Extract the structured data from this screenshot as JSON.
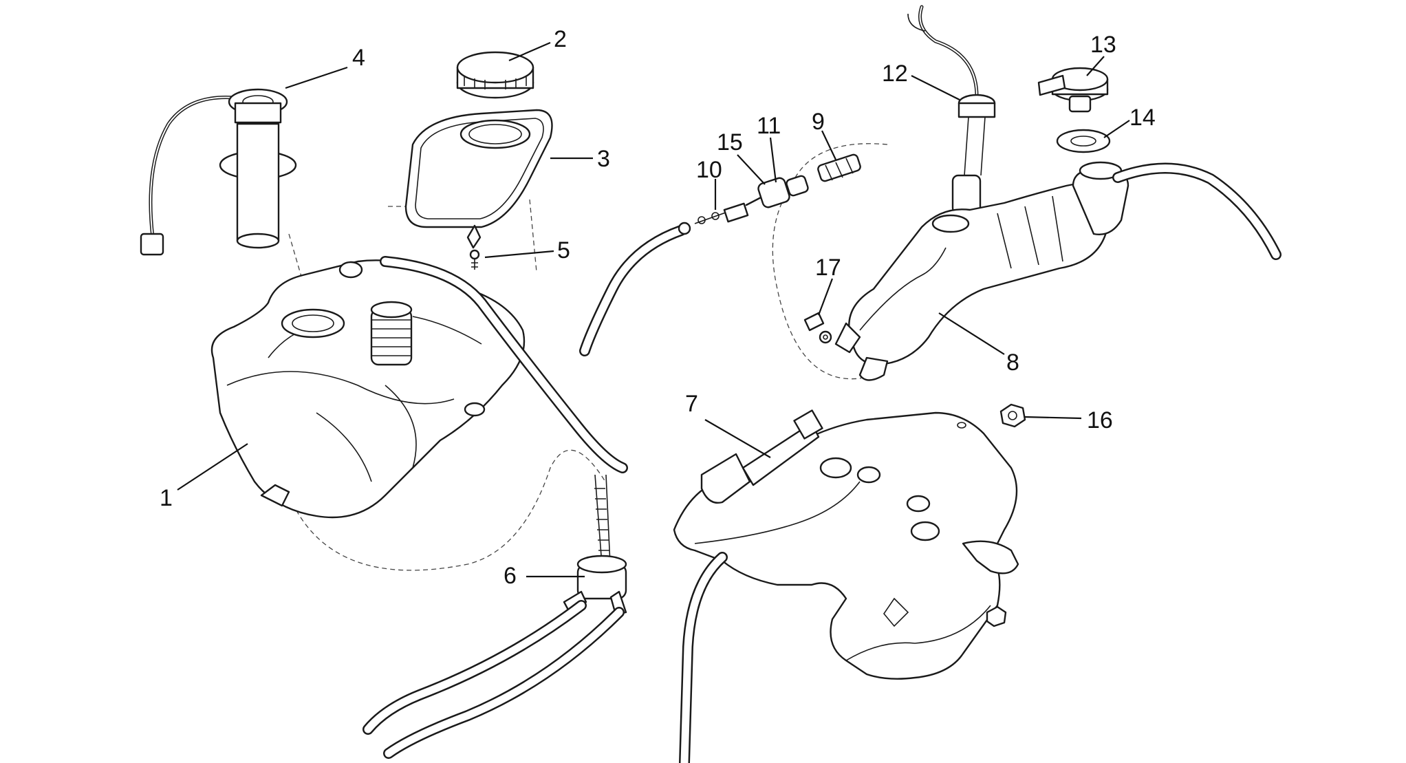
{
  "callouts": [
    {
      "id": "1",
      "label": "1"
    },
    {
      "id": "2",
      "label": "2"
    },
    {
      "id": "3",
      "label": "3"
    },
    {
      "id": "4",
      "label": "4"
    },
    {
      "id": "5",
      "label": "5"
    },
    {
      "id": "6",
      "label": "6"
    },
    {
      "id": "7",
      "label": "7"
    },
    {
      "id": "8",
      "label": "8"
    },
    {
      "id": "9",
      "label": "9"
    },
    {
      "id": "10",
      "label": "10"
    },
    {
      "id": "11",
      "label": "11"
    },
    {
      "id": "12",
      "label": "12"
    },
    {
      "id": "13",
      "label": "13"
    },
    {
      "id": "14",
      "label": "14"
    },
    {
      "id": "15",
      "label": "15"
    },
    {
      "id": "16",
      "label": "16"
    },
    {
      "id": "17",
      "label": "17"
    }
  ],
  "colors": {
    "line": "#1a1a1a",
    "background": "#ffffff"
  }
}
